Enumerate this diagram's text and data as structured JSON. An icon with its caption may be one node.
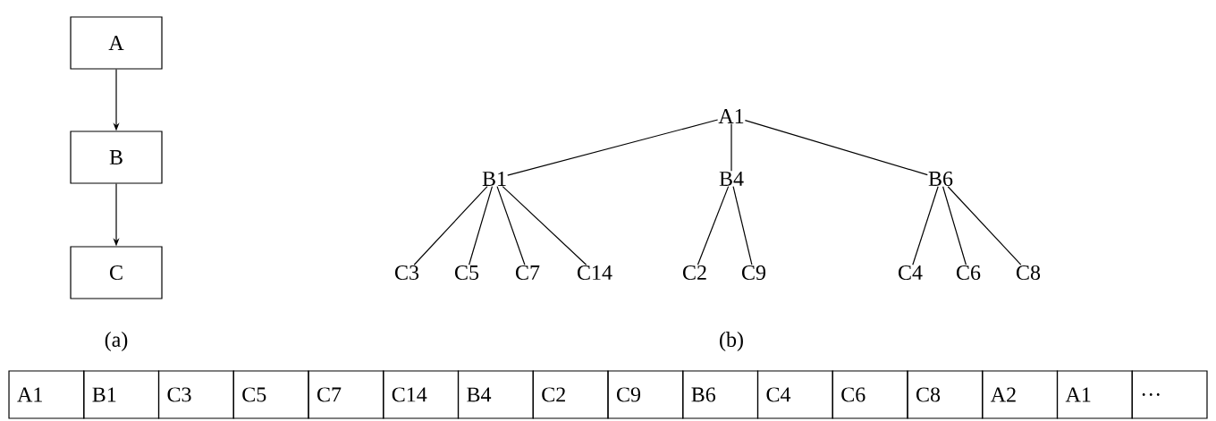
{
  "diagram": {
    "nodes": [
      {
        "text": [
          "A"
        ]
      },
      {
        "text": [
          "B"
        ]
      },
      {
        "text": [
          "C"
        ]
      },
      {
        "text": [
          "A1"
        ]
      },
      {
        "text": [
          "B1"
        ]
      },
      {
        "text": [
          "B4"
        ]
      },
      {
        "text": [
          "B6"
        ]
      },
      {
        "text": [
          "C3"
        ]
      },
      {
        "text": [
          "C5"
        ]
      },
      {
        "text": [
          "C7"
        ]
      },
      {
        "text": [
          "C14"
        ]
      },
      {
        "text": [
          "C2"
        ]
      },
      {
        "text": [
          "C9"
        ]
      },
      {
        "text": [
          "C4"
        ]
      },
      {
        "text": [
          "C6"
        ]
      },
      {
        "text": [
          "C8"
        ]
      }
    ],
    "edges": [
      {
        "from": 0,
        "to": 1,
        "arrow": "to"
      },
      {
        "from": 1,
        "to": 2,
        "arrow": "to"
      },
      {
        "from": 3,
        "to": 4,
        "arrow": "none"
      },
      {
        "from": 3,
        "to": 5,
        "arrow": "none"
      },
      {
        "from": 3,
        "to": 6,
        "arrow": "none"
      },
      {
        "from": 4,
        "to": 7,
        "arrow": "none"
      },
      {
        "from": 4,
        "to": 8,
        "arrow": "none"
      },
      {
        "from": 4,
        "to": 9,
        "arrow": "none"
      },
      {
        "from": 4,
        "to": 10,
        "arrow": "none"
      },
      {
        "from": 5,
        "to": 11,
        "arrow": "none"
      },
      {
        "from": 5,
        "to": 12,
        "arrow": "none"
      },
      {
        "from": 6,
        "to": 13,
        "arrow": "none"
      },
      {
        "from": 6,
        "to": 14,
        "arrow": "none"
      },
      {
        "from": 6,
        "to": 15,
        "arrow": "none"
      }
    ],
    "labels": [
      "(a)",
      "(b)",
      "A1",
      "B1",
      "C3",
      "C5",
      "C7",
      "C14",
      "B4",
      "C2",
      "C9",
      "B6",
      "C4",
      "C6",
      "C8",
      "A2",
      "A1",
      "…"
    ]
  }
}
